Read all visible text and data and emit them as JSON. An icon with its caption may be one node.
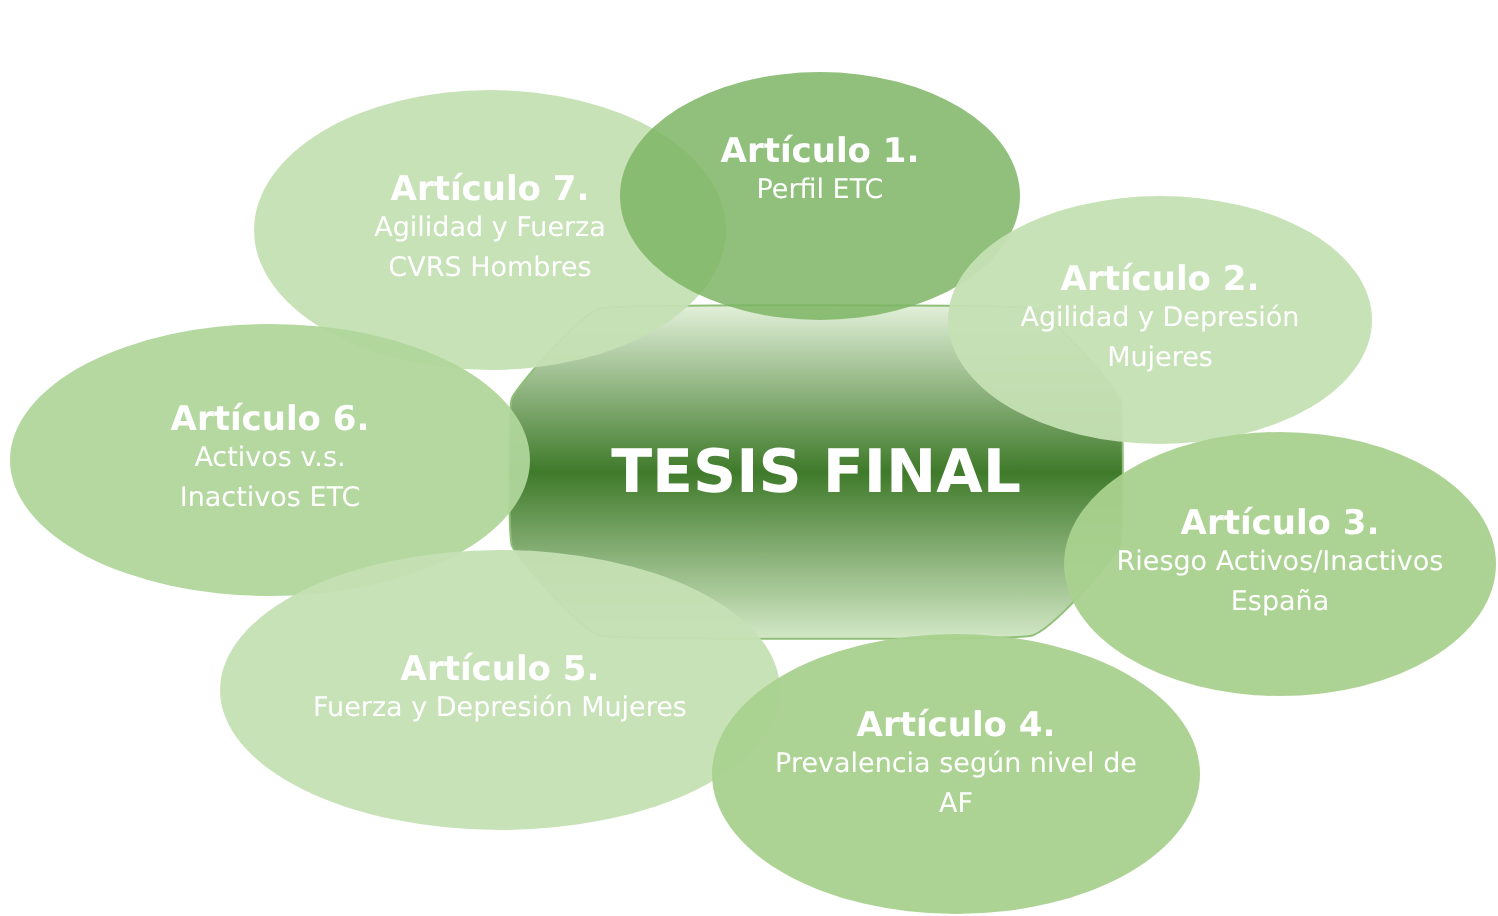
{
  "diagram": {
    "nodes": [
      {
        "text": [
          "TESIS FINAL"
        ]
      },
      {
        "text": [
          "Artículo 7.",
          "Agilidad y Fuerza CVRS Hombres"
        ]
      },
      {
        "text": [
          "Artículo 1.",
          "Perfil ETC"
        ]
      },
      {
        "text": [
          "Artículo 2.",
          "Agilidad y Depresión Mujeres"
        ]
      },
      {
        "text": [
          "Artículo 6.",
          "Activos v.s. Inactivos ETC"
        ]
      },
      {
        "text": [
          "Artículo 3.",
          "Riesgo Activos/Inactivos España"
        ]
      },
      {
        "text": [
          "Artículo 5.",
          "Fuerza y Depresión Mujeres"
        ]
      },
      {
        "text": [
          "Artículo 4.",
          "Prevalencia según nivel de AF"
        ]
      }
    ]
  }
}
